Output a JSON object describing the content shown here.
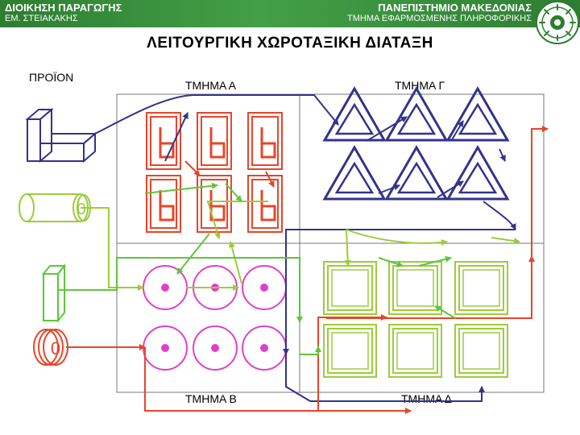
{
  "header": {
    "top_left": "ΔΙΟΙΚΗΣΗ ΠΑΡΑΓΩΓΗΣ",
    "bottom_left": "ΕΜ. ΣΤΕΙΑΚΑΚΗΣ",
    "top_right": "ΠΑΝΕΠΙΣΤΗΜΙΟ ΜΑΚΕΔΟΝΙΑΣ",
    "bottom_right": "ΤΜΗΜΑ ΕΦΑΡΜΟΣΜΕΝΗΣ ΠΛΗΡΟΦΟΡΙΚΗΣ",
    "color": "#2e7d32"
  },
  "title": "ΛΕΙΤΟΥΡΓΙΚΗ ΧΩΡΟΤΑΞΙΚΗ ΔΙΑΤΑΞΗ",
  "product_label": "ΠΡΟΪΟΝ",
  "departments": {
    "a": "ΤΜΗΜΑ Α",
    "b": "ΤΜΗΜΑ Β",
    "c": "ΤΜΗΜΑ Γ",
    "d": "ΤΜΗΜΑ Δ"
  },
  "products": {
    "cylinder_mark": "0",
    "disc_mark": "0"
  },
  "colors": {
    "blue": "#33338a",
    "red": "#e8452a",
    "green": "#5ec63a",
    "olive": "#9ccc3a",
    "magenta": "#e040c8",
    "orange": "#f4a23a",
    "grid": "#777777"
  }
}
